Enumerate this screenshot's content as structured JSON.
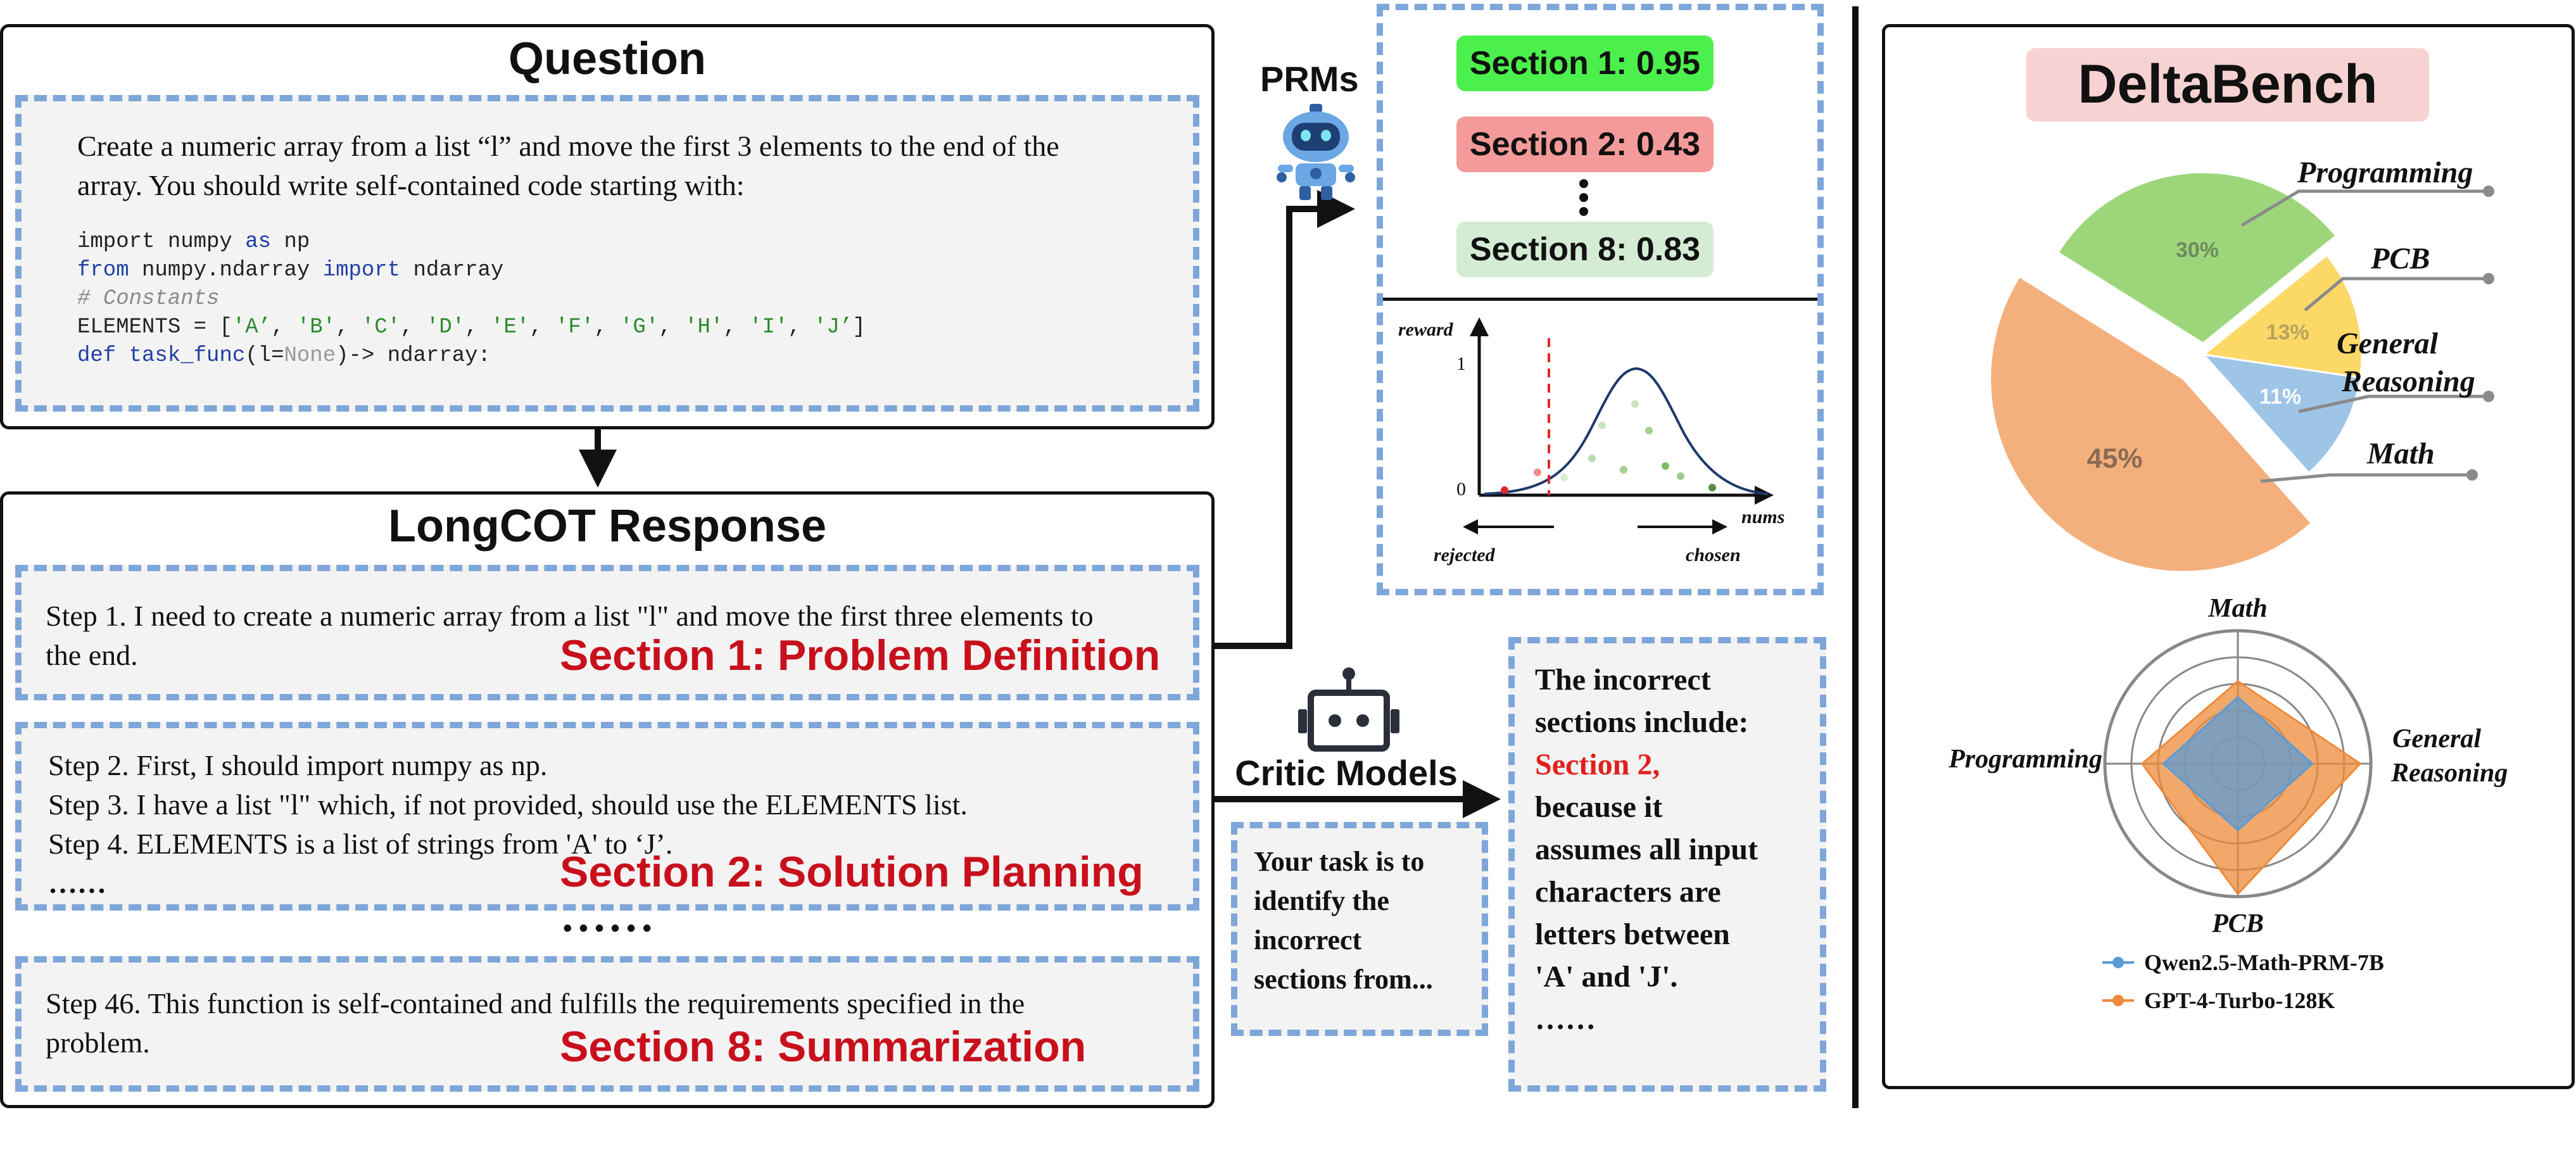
{
  "question": {
    "title": "Question",
    "prompt_line1": "Create a numeric array from a list “l” and move the first 3 elements to the end of the",
    "prompt_line2": "array. You should write self-contained code starting with:",
    "code": {
      "l1_a": "import numpy ",
      "l1_kw": "as",
      "l1_b": " np",
      "l2_kw1": "from",
      "l2_a": " numpy.ndarray ",
      "l2_kw2": "import",
      "l2_b": " ndarray",
      "l3_comment": "# Constants",
      "l4_a": "ELEMENTS = [",
      "l4_items": [
        "'A’",
        "'B'",
        "'C'",
        "'D'",
        "'E'",
        "'F'",
        "'G'",
        "'H'",
        "'I'",
        "'J’"
      ],
      "l4_sep": ", ",
      "l4_b": "]",
      "l5_kw": "def",
      "l5_fn": " task_func",
      "l5_a": "(l=",
      "l5_none": "None",
      "l5_b": ")-> ndarray:"
    }
  },
  "response": {
    "title": "LongCOT Response",
    "s1_line1": "Step 1. I need to create a numeric array from a list \"l\" and move the first three elements to",
    "s1_line2": "the end.",
    "s1_label": "Section 1: Problem Definition",
    "s2_line1": "Step 2. First, I should import numpy as np.",
    "s2_line2": "Step 3. I have a list \"l\" which, if not provided, should use the ELEMENTS list.",
    "s2_line3": "Step 4. ELEMENTS is a list of strings from 'A' to ‘J’.",
    "s2_line4": "……",
    "s2_label": "Section 2: Solution Planning",
    "gap_dots": "• • • • • •",
    "s8_line1": "Step 46. This function is self-contained and fulfills the requirements specified in the",
    "s8_line2": "problem.",
    "s8_label": "Section 8: Summarization"
  },
  "prms": {
    "label": "PRMs",
    "scores": [
      {
        "text": "Section 1: 0.95",
        "color": "#4cf04c"
      },
      {
        "text": "Section 2: 0.43",
        "color": "#f49a9a"
      },
      {
        "text": "Section 8: 0.83",
        "color": "#d4ecd4"
      }
    ],
    "chart": {
      "reward_label": "reward",
      "tick_1": "1",
      "tick_0": "0",
      "nums_label": "nums",
      "rejected_label": "rejected",
      "chosen_label": "chosen"
    }
  },
  "critic": {
    "label": "Critic Models",
    "task_line1": "Your task is to",
    "task_line2": "identify the",
    "task_line3": "incorrect",
    "task_line4": "sections from...",
    "answer_line1": "The incorrect",
    "answer_line2": "sections include:",
    "answer_line3": "Section 2,",
    "answer_line4": "because it",
    "answer_line5": "assumes all input",
    "answer_line6": "characters are",
    "answer_line7": "letters between",
    "answer_line8": "'A' and 'J'.",
    "answer_line9": "……"
  },
  "deltabench": {
    "title": "DeltaBench",
    "pie_labels": {
      "programming": "Programming",
      "pcb": "PCB",
      "general1": "General",
      "general2": "Reasoning",
      "math": "Math"
    },
    "radar_labels": {
      "math": "Math",
      "general1": "General",
      "general2": "Reasoning",
      "pcb": "PCB",
      "programming": "Programming"
    },
    "legend": [
      {
        "name": "Qwen2.5-Math-PRM-7B",
        "color": "#5b9bd5"
      },
      {
        "name": "GPT-4-Turbo-128K",
        "color": "#ed8b3a"
      }
    ]
  },
  "chart_data": [
    {
      "type": "pie",
      "title": "",
      "categories": [
        "Programming",
        "PCB",
        "General Reasoning",
        "Math"
      ],
      "values": [
        30,
        13,
        11,
        45
      ],
      "labels": [
        "30%",
        "13%",
        "11%",
        "45%"
      ],
      "colors": [
        "#9dd67a",
        "#fcd867",
        "#9ec4e6",
        "#f3b07c"
      ]
    },
    {
      "type": "radar",
      "axes": [
        "Math",
        "General Reasoning",
        "PCB",
        "Programming"
      ],
      "series": [
        {
          "name": "Qwen2.5-Math-PRM-7B",
          "values": [
            0.5,
            0.56,
            0.5,
            0.56
          ],
          "color": "#5b9bd5"
        },
        {
          "name": "GPT-4-Turbo-128K",
          "values": [
            0.62,
            0.92,
            0.98,
            0.72
          ],
          "color": "#ed8b3a"
        }
      ],
      "rlim": [
        0,
        1
      ]
    }
  ]
}
